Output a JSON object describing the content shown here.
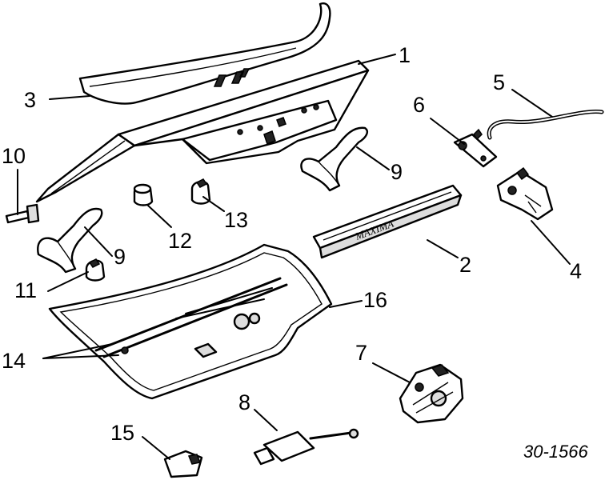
{
  "callouts": {
    "c1": "1",
    "c2": "2",
    "c3": "3",
    "c4": "4",
    "c5": "5",
    "c6": "6",
    "c7": "7",
    "c8": "8",
    "c9a": "9",
    "c9b": "9",
    "c10": "10",
    "c11": "11",
    "c12": "12",
    "c13": "13",
    "c14": "14",
    "c15": "15",
    "c16": "16"
  },
  "emblem_text": "MAXIMA",
  "reference_code": "30-1566"
}
